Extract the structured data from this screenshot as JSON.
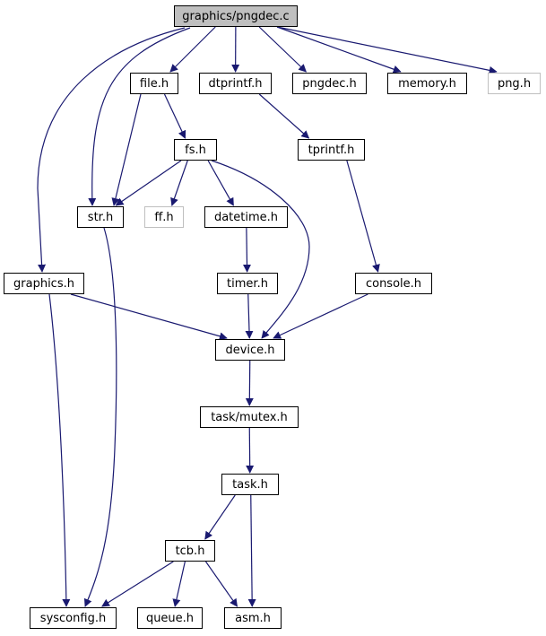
{
  "graph": {
    "edge_color": "#191970",
    "root_fill": "#bfbfbf",
    "external_border": "#bfbfbf",
    "nodes": [
      {
        "id": "pngdec_c",
        "label": "graphics/pngdec.c",
        "kind": "root"
      },
      {
        "id": "file_h",
        "label": "file.h",
        "kind": "link"
      },
      {
        "id": "dtprintf_h",
        "label": "dtprintf.h",
        "kind": "link"
      },
      {
        "id": "pngdec_h",
        "label": "pngdec.h",
        "kind": "link"
      },
      {
        "id": "memory_h",
        "label": "memory.h",
        "kind": "link"
      },
      {
        "id": "png_h",
        "label": "png.h",
        "kind": "external"
      },
      {
        "id": "fs_h",
        "label": "fs.h",
        "kind": "link"
      },
      {
        "id": "tprintf_h",
        "label": "tprintf.h",
        "kind": "link"
      },
      {
        "id": "str_h",
        "label": "str.h",
        "kind": "link"
      },
      {
        "id": "ff_h",
        "label": "ff.h",
        "kind": "external"
      },
      {
        "id": "datetime_h",
        "label": "datetime.h",
        "kind": "link"
      },
      {
        "id": "graphics_h",
        "label": "graphics.h",
        "kind": "link"
      },
      {
        "id": "timer_h",
        "label": "timer.h",
        "kind": "link"
      },
      {
        "id": "console_h",
        "label": "console.h",
        "kind": "link"
      },
      {
        "id": "device_h",
        "label": "device.h",
        "kind": "link"
      },
      {
        "id": "task_mutex_h",
        "label": "task/mutex.h",
        "kind": "link"
      },
      {
        "id": "task_h",
        "label": "task.h",
        "kind": "link"
      },
      {
        "id": "tcb_h",
        "label": "tcb.h",
        "kind": "link"
      },
      {
        "id": "sysconfig_h",
        "label": "sysconfig.h",
        "kind": "link"
      },
      {
        "id": "queue_h",
        "label": "queue.h",
        "kind": "link"
      },
      {
        "id": "asm_h",
        "label": "asm.h",
        "kind": "link"
      }
    ],
    "edges": [
      [
        "pngdec_c",
        "file_h"
      ],
      [
        "pngdec_c",
        "dtprintf_h"
      ],
      [
        "pngdec_c",
        "pngdec_h"
      ],
      [
        "pngdec_c",
        "memory_h"
      ],
      [
        "pngdec_c",
        "png_h"
      ],
      [
        "pngdec_c",
        "str_h"
      ],
      [
        "pngdec_c",
        "graphics_h"
      ],
      [
        "file_h",
        "fs_h"
      ],
      [
        "file_h",
        "str_h"
      ],
      [
        "dtprintf_h",
        "tprintf_h"
      ],
      [
        "fs_h",
        "str_h"
      ],
      [
        "fs_h",
        "ff_h"
      ],
      [
        "fs_h",
        "datetime_h"
      ],
      [
        "fs_h",
        "device_h"
      ],
      [
        "tprintf_h",
        "console_h"
      ],
      [
        "str_h",
        "sysconfig_h"
      ],
      [
        "datetime_h",
        "timer_h"
      ],
      [
        "graphics_h",
        "device_h"
      ],
      [
        "graphics_h",
        "sysconfig_h"
      ],
      [
        "timer_h",
        "device_h"
      ],
      [
        "console_h",
        "device_h"
      ],
      [
        "device_h",
        "task_mutex_h"
      ],
      [
        "task_mutex_h",
        "task_h"
      ],
      [
        "task_h",
        "tcb_h"
      ],
      [
        "task_h",
        "asm_h"
      ],
      [
        "tcb_h",
        "sysconfig_h"
      ],
      [
        "tcb_h",
        "queue_h"
      ],
      [
        "tcb_h",
        "asm_h"
      ]
    ]
  }
}
